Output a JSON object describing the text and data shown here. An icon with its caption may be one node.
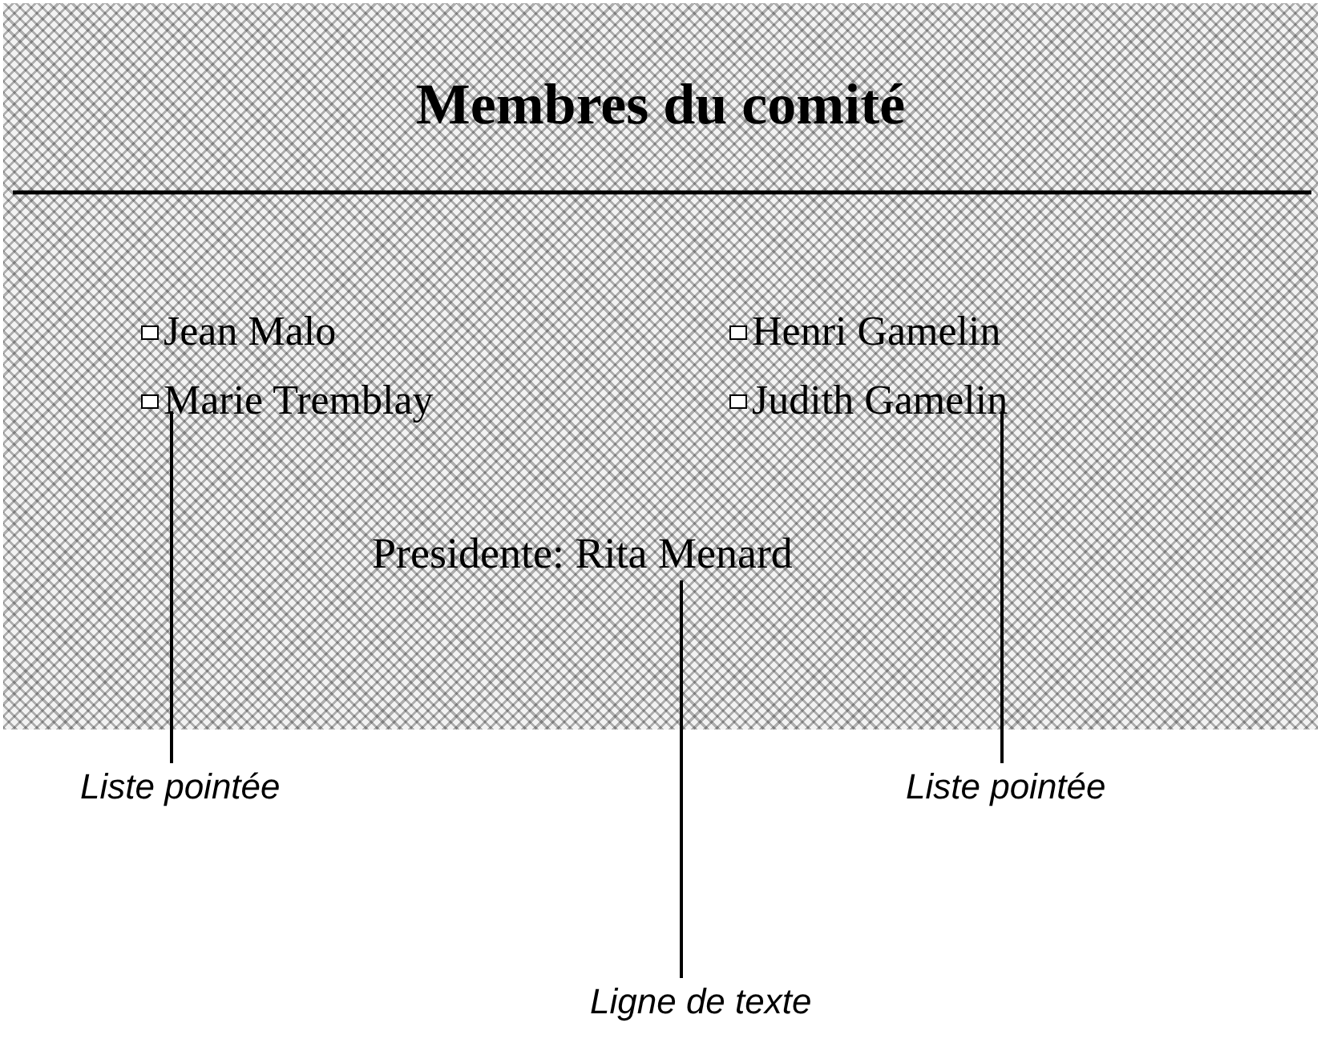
{
  "diagram": {
    "nodes": [
      {
        "text": [
          "Membres du comité"
        ]
      },
      {
        "text": [
          "Jean Malo"
        ],
        "in": 0
      },
      {
        "text": [
          "Henri Gamelin"
        ],
        "in": 0
      },
      {
        "text": [
          "Marie Tremblay"
        ],
        "in": 0
      },
      {
        "text": [
          "Judith Gamelin"
        ],
        "in": 0
      },
      {
        "text": [
          "Presidente: Rita Menard"
        ],
        "in": 0
      },
      {
        "text": [
          "Liste pointée"
        ]
      },
      {
        "text": [
          "Liste pointée"
        ]
      },
      {
        "text": [
          "Ligne de texte"
        ]
      }
    ],
    "edges": [
      {
        "from": 6,
        "to": 3,
        "arrow": "none"
      },
      {
        "from": 7,
        "to": 4,
        "arrow": "none"
      },
      {
        "from": 8,
        "to": 5,
        "arrow": "none"
      }
    ]
  }
}
